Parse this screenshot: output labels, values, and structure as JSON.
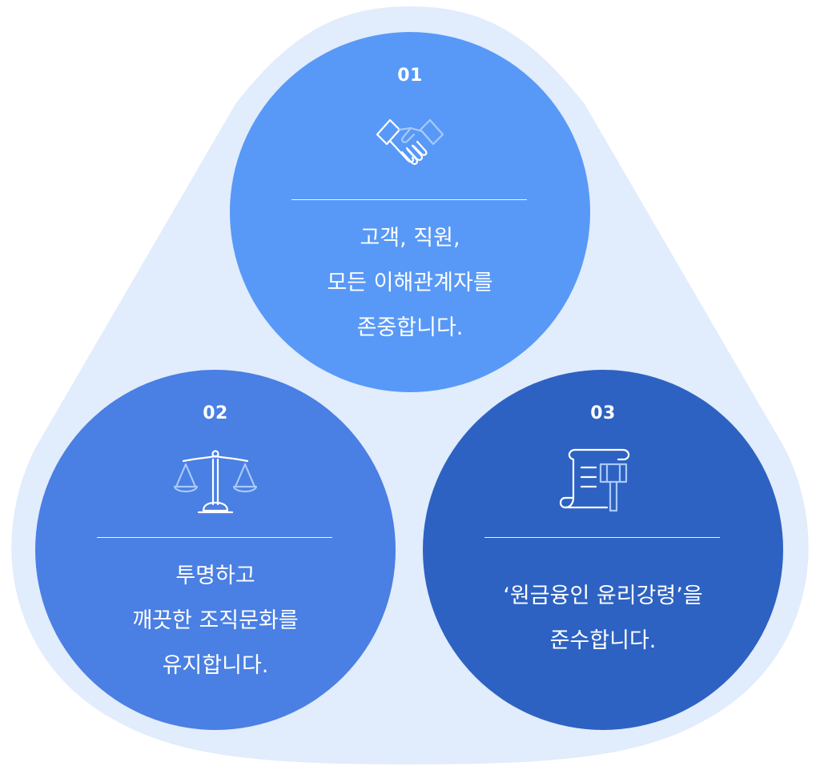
{
  "items": [
    {
      "number": "01",
      "icon": "handshake-icon",
      "lines": [
        "고객, 직원,",
        "모든 이해관계자를",
        "존중합니다."
      ],
      "color": "#5899f7"
    },
    {
      "number": "02",
      "icon": "scales-icon",
      "lines": [
        "투명하고",
        "깨끗한 조직문화를",
        "유지합니다."
      ],
      "color": "#4a7fe3"
    },
    {
      "number": "03",
      "icon": "gavel-scroll-icon",
      "lines": [
        "‘원금융인 윤리강령’을",
        "준수합니다."
      ],
      "color": "#2d62c2"
    }
  ],
  "colors": {
    "background_shape": "#e1ecfc",
    "icon_stroke": "#ffffff",
    "icon_accent": "#a9c9fb"
  }
}
